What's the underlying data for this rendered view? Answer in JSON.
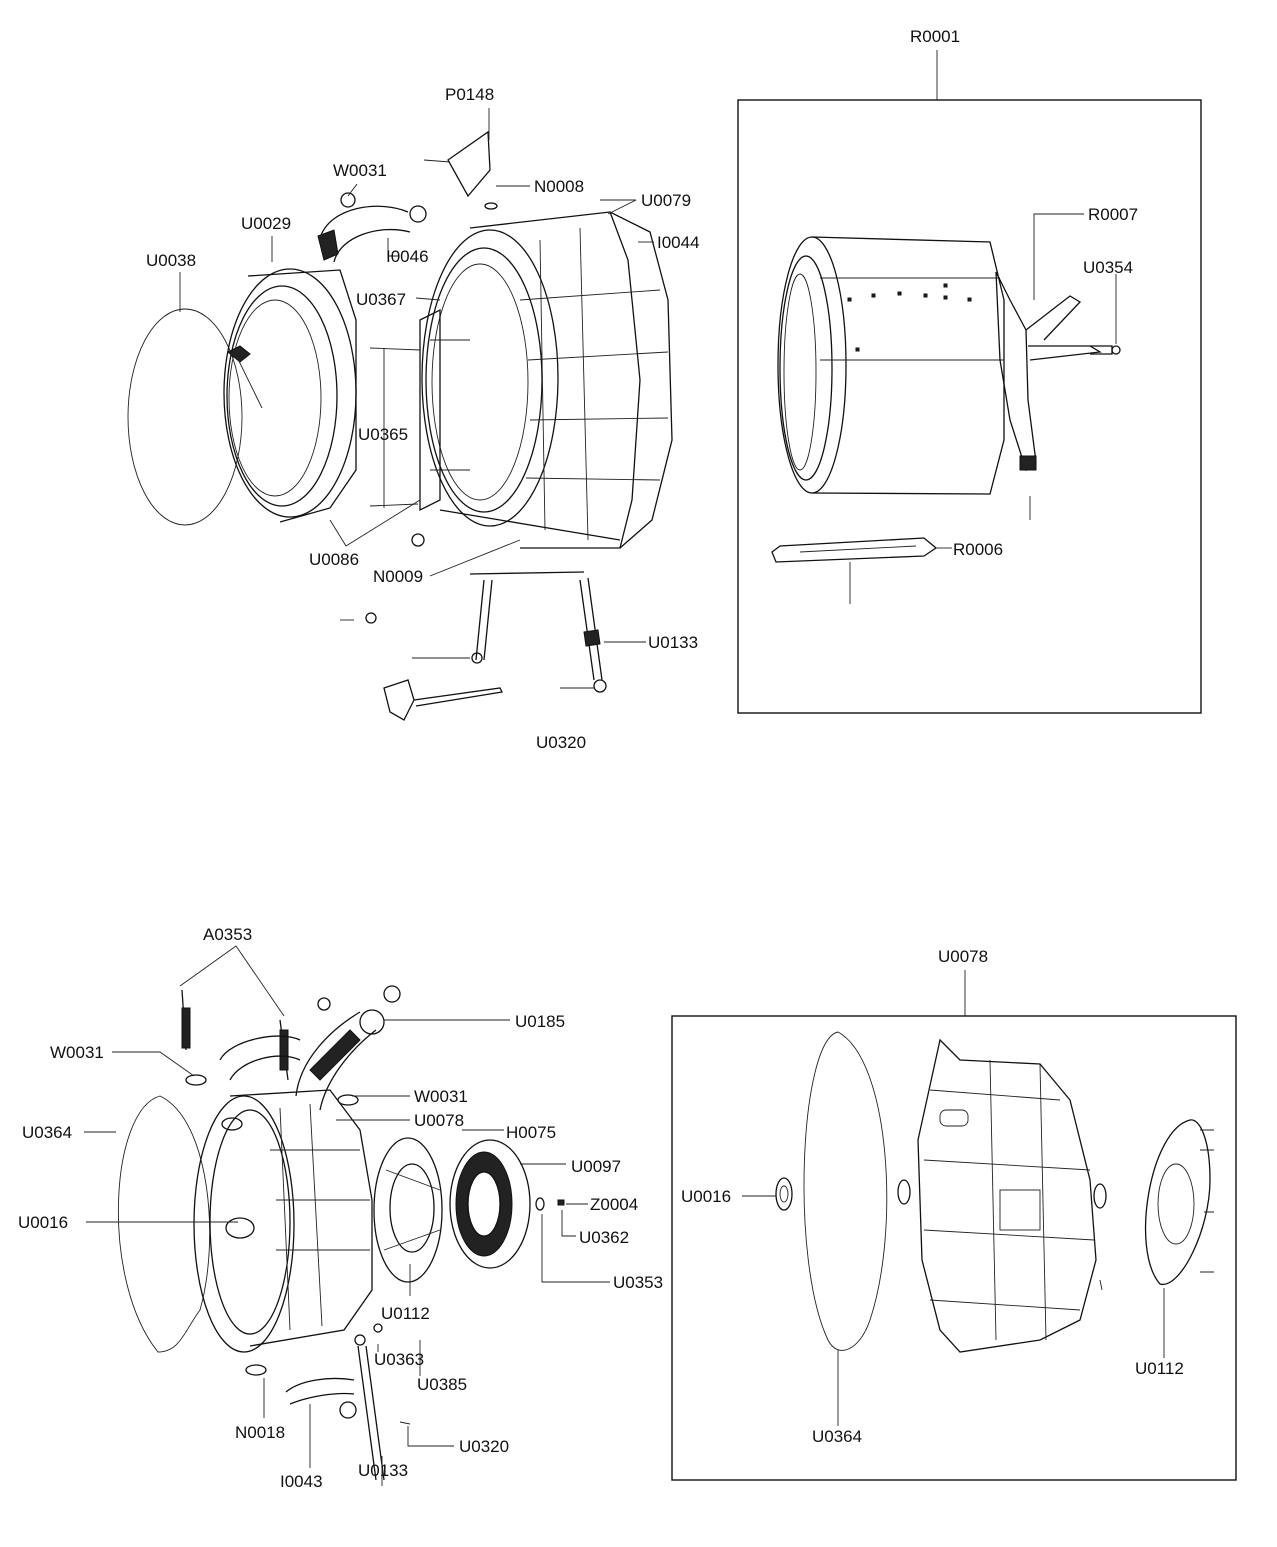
{
  "labels": {
    "R0001": "R0001",
    "P0148": "P0148",
    "W0031_top": "W0031",
    "N0008": "N0008",
    "U0079": "U0079",
    "U0029": "U0029",
    "I0044": "I0044",
    "I0046": "I0046",
    "U0038": "U0038",
    "U0367": "U0367",
    "U0365": "U0365",
    "U0086": "U0086",
    "N0009": "N0009",
    "U0133_top": "U0133",
    "U0320_top": "U0320",
    "R0007": "R0007",
    "U0354": "U0354",
    "R0006": "R0006",
    "A0353": "A0353",
    "U0185": "U0185",
    "W0031_left": "W0031",
    "W0031_mid": "W0031",
    "U0364_left": "U0364",
    "U0078_mid": "U0078",
    "H0075": "H0075",
    "U0097": "U0097",
    "U0016_left": "U0016",
    "Z0004": "Z0004",
    "U0362": "U0362",
    "U0353": "U0353",
    "U0112_left": "U0112",
    "U0363": "U0363",
    "U0385": "U0385",
    "N0018": "N0018",
    "U0320_bottom": "U0320",
    "U0133_bottom": "U0133",
    "I0043": "I0043",
    "U0078_box": "U0078",
    "U0016_right": "U0016",
    "U0112_right": "U0112",
    "U0364_right": "U0364"
  }
}
